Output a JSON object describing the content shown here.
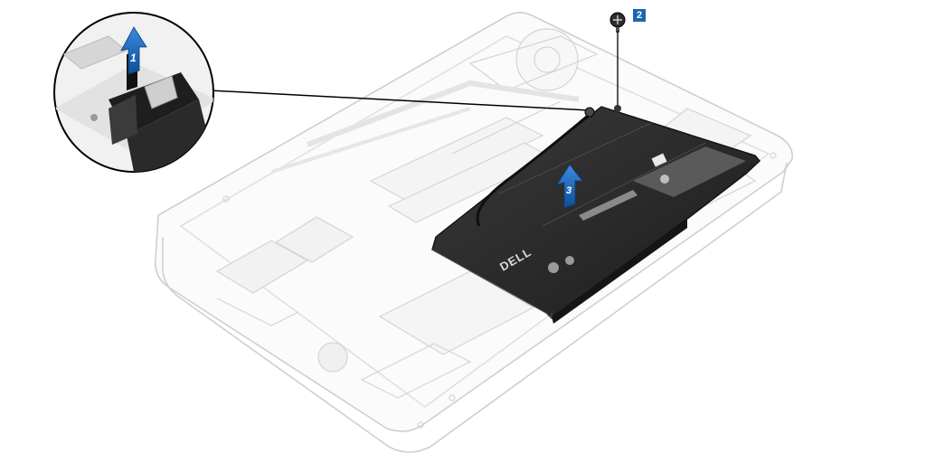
{
  "diagram": {
    "callout_lift_cable": "1",
    "callout_screw": "2",
    "callout_lift_battery": "3",
    "battery_logo": "DELL"
  },
  "colors": {
    "callout_blue": "#1b66b3",
    "battery_body": "#2b2b2b",
    "chassis_outline": "#c8c8c8"
  }
}
